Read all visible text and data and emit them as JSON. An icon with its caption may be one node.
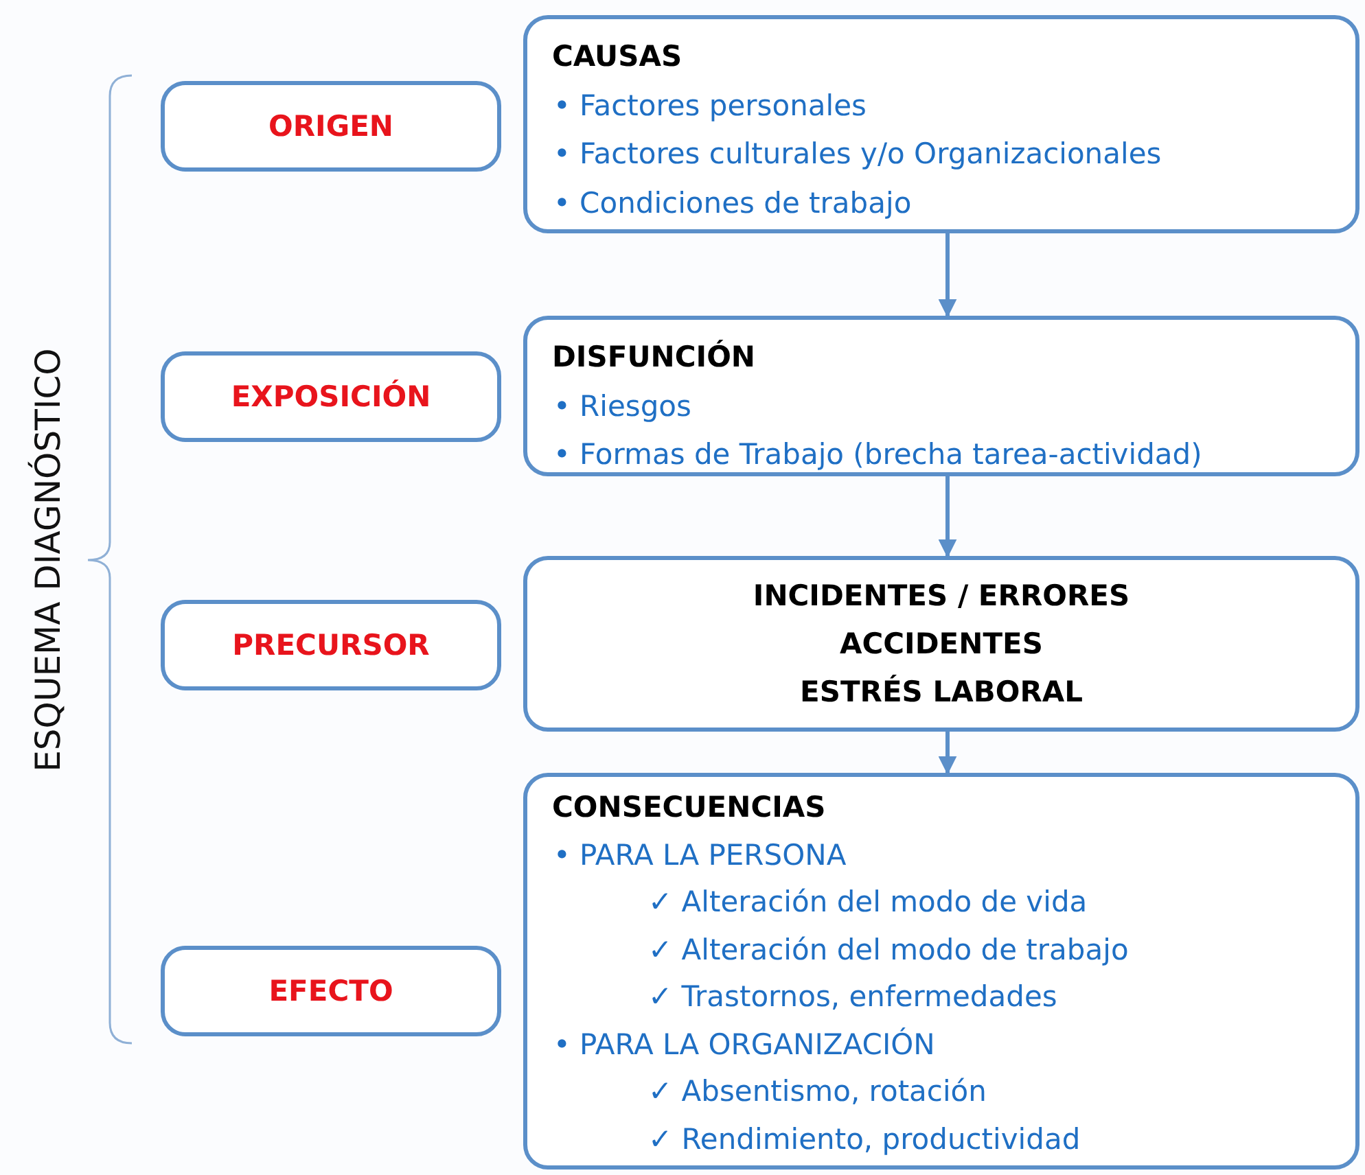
{
  "diagram": {
    "nodes": [
      {
        "text": [
          "ORIGEN"
        ]
      },
      {
        "text": [
          "CAUSAS",
          "• Factores personales",
          "• Factores culturales y/o Organizacionales",
          "• Condiciones de trabajo"
        ]
      },
      {
        "text": [
          "EXPOSICIÓN"
        ]
      },
      {
        "text": [
          "DISFUNCIÓN",
          "• Riesgos",
          "• Formas de Trabajo (brecha tarea-actividad)"
        ]
      },
      {
        "text": [
          "PRECURSOR"
        ]
      },
      {
        "text": [
          "INCIDENTES / ERRORES",
          "ACCIDENTES",
          "ESTRÉS LABORAL"
        ]
      },
      {
        "text": [
          "EFECTO"
        ]
      },
      {
        "text": [
          "CONSECUENCIAS",
          "• PARA LA PERSONA",
          "✓ Alteración del modo de vida",
          "✓ Alteración del modo de trabajo",
          "✓ Trastornos, enfermedades",
          "• PARA LA ORGANIZACIÓN",
          "✓ Absentismo, rotación",
          "✓ Rendimiento, productividad"
        ]
      }
    ],
    "edges": [
      {
        "from": 1,
        "to": 3,
        "arrow": "to"
      },
      {
        "from": 3,
        "to": 5,
        "arrow": "to"
      },
      {
        "from": 5,
        "to": 7,
        "arrow": "to"
      }
    ],
    "labels": [
      "ESQUEMA DIAGNÓSTICO"
    ]
  }
}
